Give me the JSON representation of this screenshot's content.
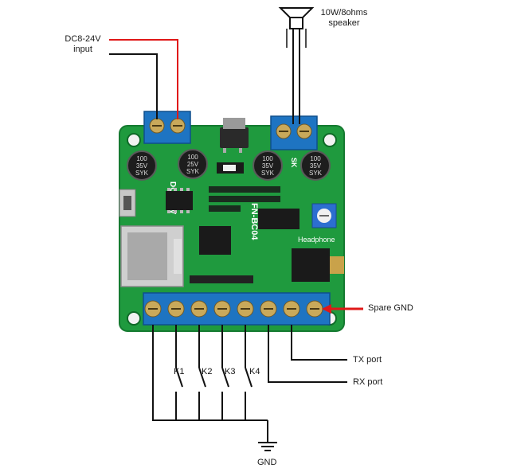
{
  "labels": {
    "power_input_line1": "DC8-24V",
    "power_input_line2": "input",
    "speaker_line1": "10W/8ohms",
    "speaker_line2": "speaker",
    "spare_gnd": "Spare GND",
    "tx_port": "TX port",
    "rx_port": "RX port",
    "gnd": "GND",
    "k1": "K1",
    "k2": "K2",
    "k3": "K3",
    "k4": "K4"
  },
  "board": {
    "model_text": "FN-BC04",
    "dc_text": "DC8-24V",
    "headphone_text": "Headphone",
    "sk_text": "SK",
    "capacitor_text_1": "100",
    "capacitor_text_2": "35V",
    "capacitor_text_3": "SYK",
    "capacitor_text_4": "100",
    "capacitor_text_5": "25V",
    "capacitor_text_6": "SYK"
  },
  "colors": {
    "pcb": "#1f9a3e",
    "terminal": "#1e74c2",
    "wire": "#111111",
    "power_positive": "#e01818",
    "arrow": "#e01818"
  }
}
